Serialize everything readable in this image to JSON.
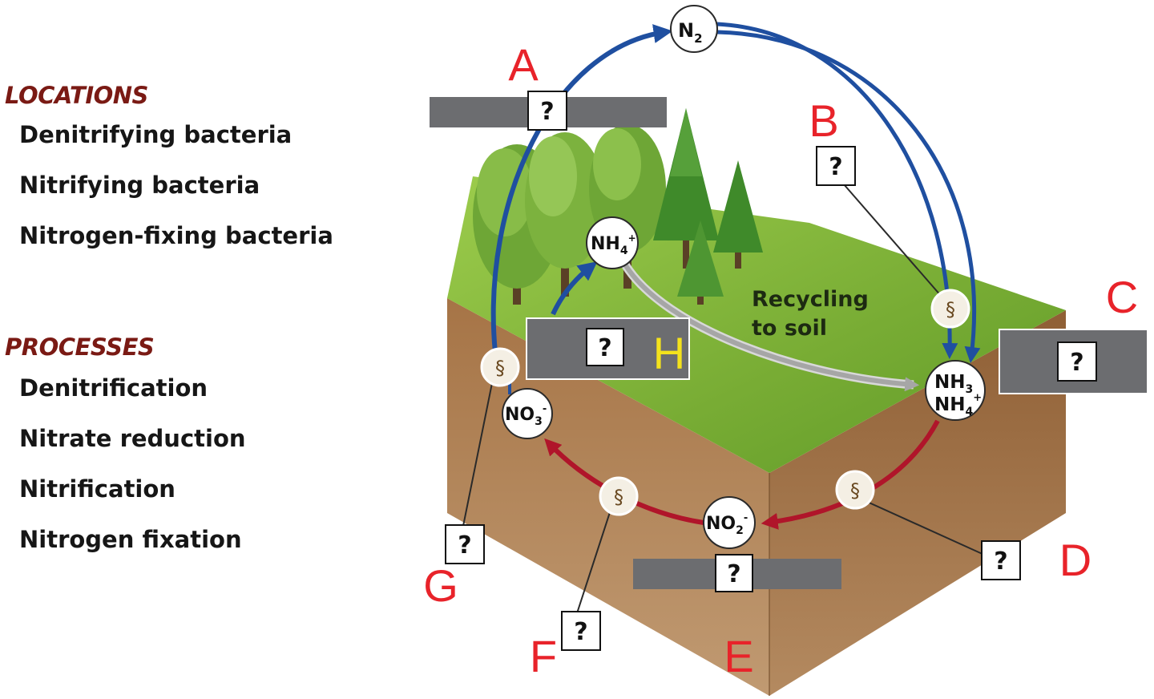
{
  "legend": {
    "locations_heading": "LOCATIONS",
    "locations": [
      "Denitrifying bacteria",
      "Nitrifying bacteria",
      "Nitrogen-fixing bacteria"
    ],
    "processes_heading": "PROCESSES",
    "processes": [
      "Denitrification",
      "Nitrate reduction",
      "Nitrification",
      "Nitrogen fixation"
    ]
  },
  "diagram": {
    "placeholder": "?",
    "letters": {
      "a": "A",
      "b": "B",
      "c": "C",
      "d": "D",
      "e": "E",
      "f": "F",
      "g": "G",
      "h": "H"
    },
    "molecules": {
      "n2_base": "N",
      "n2_sub": "2",
      "nh4_base": "NH",
      "nh4_sub": "4",
      "nh4_sup": "+",
      "nh3_base": "NH",
      "nh3_sub": "3",
      "nh4b_base": "NH",
      "nh4b_sub": "4",
      "nh4b_sup": "+",
      "no3_base": "NO",
      "no3_sub": "3",
      "no3_sup": "-",
      "no2_base": "NO",
      "no2_sub": "2",
      "no2_sup": "-"
    },
    "recycling_line1": "Recycling",
    "recycling_line2": "to soil"
  },
  "colors": {
    "blue_arrow": "#1f4fa0",
    "red_arrow": "#b0152a",
    "gray_arrow": "#a6a6a6",
    "label_red": "#e8232a",
    "label_yellow": "#f4e21c",
    "grass": "#7fb23a",
    "soil": "#a97a4c",
    "box_gray": "#6c6d70",
    "heading_brown": "#7a1a14"
  }
}
